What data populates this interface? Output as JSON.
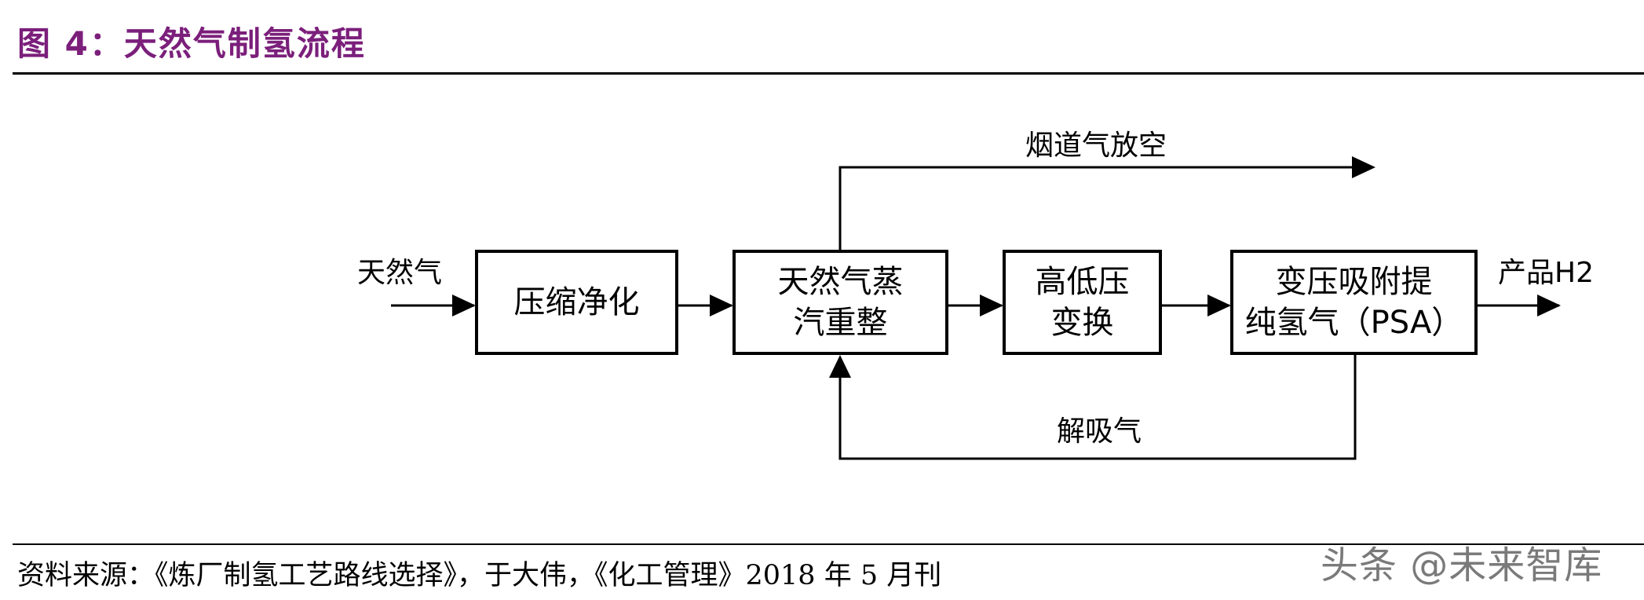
{
  "title": "图 4：天然气制氢流程",
  "diagram": {
    "input_label": "天然气",
    "flue_label": "烟道气放空",
    "output_label": "产品H2",
    "recycle_label": "解吸气",
    "boxes": [
      {
        "line1": "压缩净化",
        "line2": ""
      },
      {
        "line1": "天然气蒸",
        "line2": "汽重整"
      },
      {
        "line1": "高低压",
        "line2": "变换"
      },
      {
        "line1": "变压吸附提",
        "line2": "纯氢气（PSA）"
      }
    ]
  },
  "source": "资料来源：《炼厂制氢工艺路线选择》，于大伟，《化工管理》2018 年 5 月刊",
  "watermark": "头条 @未来智库",
  "colors": {
    "title": "#7b1f7b",
    "line": "#000000",
    "watermark": "#7a7a7a"
  }
}
